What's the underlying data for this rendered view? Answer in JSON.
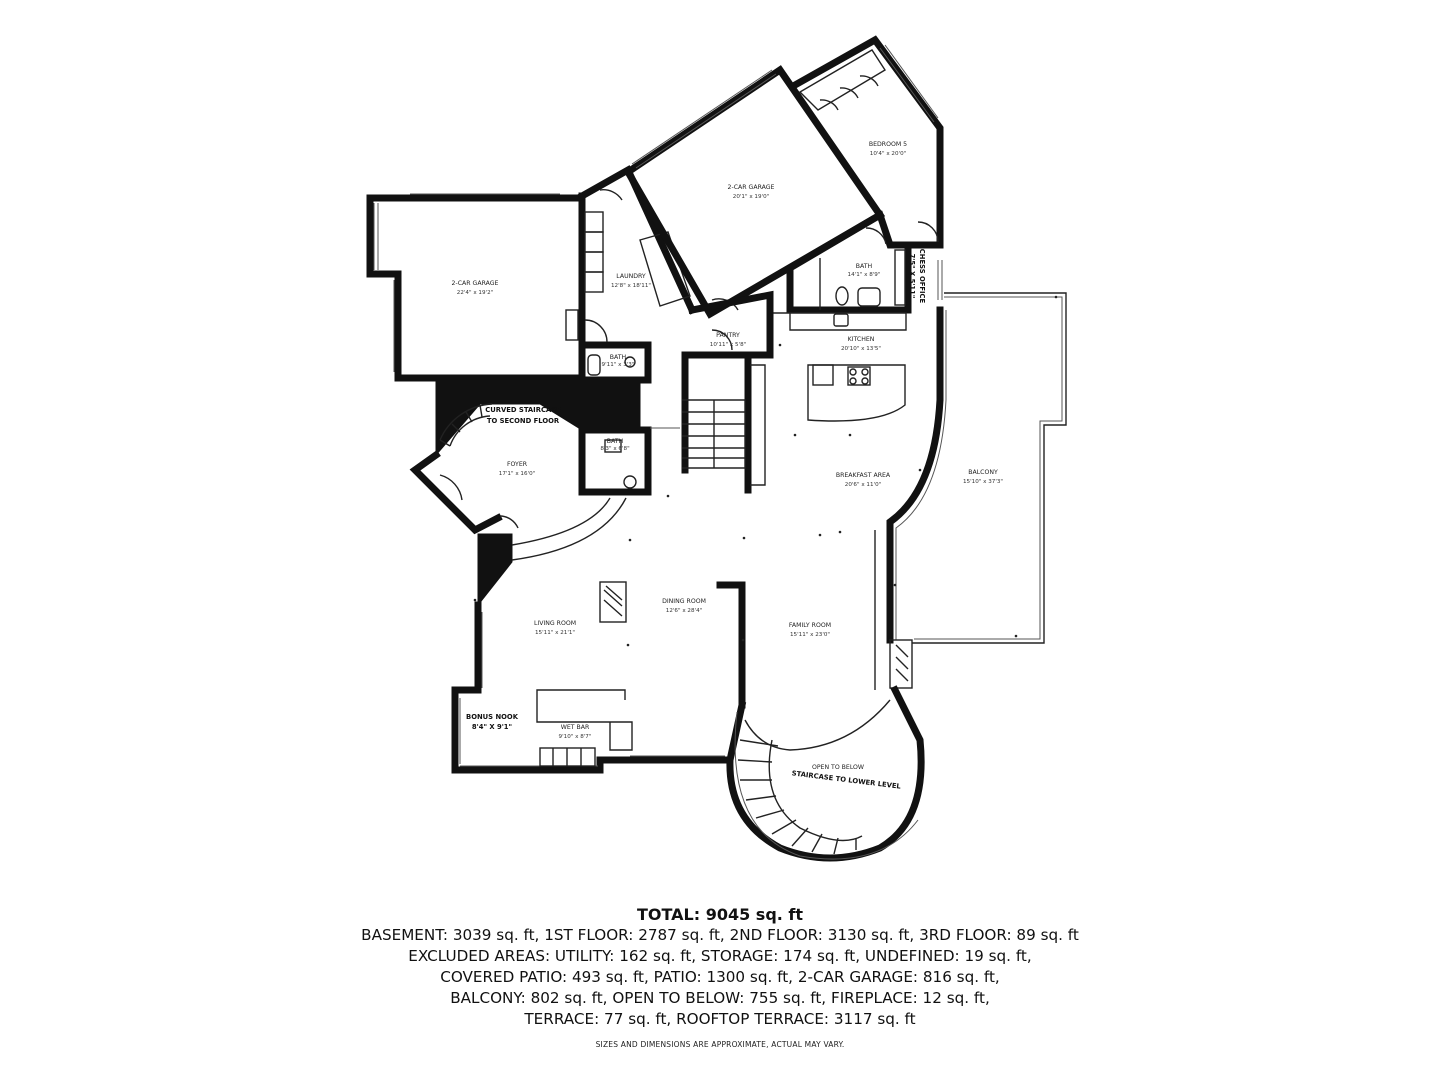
{
  "rooms": {
    "garage_left": {
      "name": "2-CAR GARAGE",
      "dims": "22'4\" x 19'2\""
    },
    "laundry": {
      "name": "LAUNDRY",
      "dims": "12'8\" x 18'11\""
    },
    "garage_right": {
      "name": "2-CAR GARAGE",
      "dims": "20'1\" x 19'0\""
    },
    "bedroom5": {
      "name": "BEDROOM 5",
      "dims": "10'4\" x 20'0\""
    },
    "bath_upper": {
      "name": "BATH",
      "dims": "14'1\" x 8'9\""
    },
    "chess_office": {
      "name": "CHESS OFFICE",
      "dims": "7'5\" X 5'11\""
    },
    "pantry": {
      "name": "PANTRY",
      "dims": "10'11\" x 5'8\""
    },
    "kitchen": {
      "name": "KITCHEN",
      "dims": "20'10\" x 13'5\""
    },
    "bath_laundry": {
      "name": "BATH",
      "dims": "9'11\" x 3'3\""
    },
    "bath_foyer": {
      "name": "BATH",
      "dims": "8'3\" x 6'8\""
    },
    "curved_staircase": {
      "line1": "CURVED STAIRCASE",
      "line2": "TO SECOND FLOOR"
    },
    "foyer": {
      "name": "FOYER",
      "dims": "17'1\" x 16'0\""
    },
    "breakfast": {
      "name": "BREAKFAST AREA",
      "dims": "20'6\" x 11'0\""
    },
    "balcony": {
      "name": "BALCONY",
      "dims": "15'10\" x 37'3\""
    },
    "dining": {
      "name": "DINING ROOM",
      "dims": "12'6\" x 28'4\""
    },
    "living": {
      "name": "LIVING ROOM",
      "dims": "15'11\" x 21'1\""
    },
    "family": {
      "name": "FAMILY ROOM",
      "dims": "15'11\" x 23'0\""
    },
    "bonus": {
      "name": "BONUS NOOK",
      "dims": "8'4\" X 9'1\""
    },
    "wetbar": {
      "name": "WET BAR",
      "dims": "9'10\" x 8'7\""
    },
    "open_below": {
      "name": "OPEN TO BELOW"
    },
    "stair_lower": {
      "name": "STAIRCASE TO LOWER LEVEL"
    }
  },
  "summary": {
    "total": "TOTAL: 9045 sq. ft",
    "lines": [
      "BASEMENT: 3039 sq. ft, 1ST FLOOR: 2787 sq. ft, 2ND FLOOR: 3130 sq. ft, 3RD FLOOR: 89 sq. ft",
      "EXCLUDED AREAS: UTILITY: 162 sq. ft, STORAGE: 174 sq. ft, UNDEFINED: 19 sq. ft,",
      "COVERED PATIO: 493 sq. ft, PATIO: 1300 sq. ft, 2-CAR GARAGE: 816 sq. ft,",
      "BALCONY: 802 sq. ft, OPEN TO BELOW: 755 sq. ft, FIREPLACE: 12 sq. ft,",
      "TERRACE: 77 sq. ft, ROOFTOP TERRACE: 3117 sq. ft"
    ],
    "disclaimer": "SIZES AND DIMENSIONS ARE APPROXIMATE, ACTUAL MAY VARY."
  }
}
